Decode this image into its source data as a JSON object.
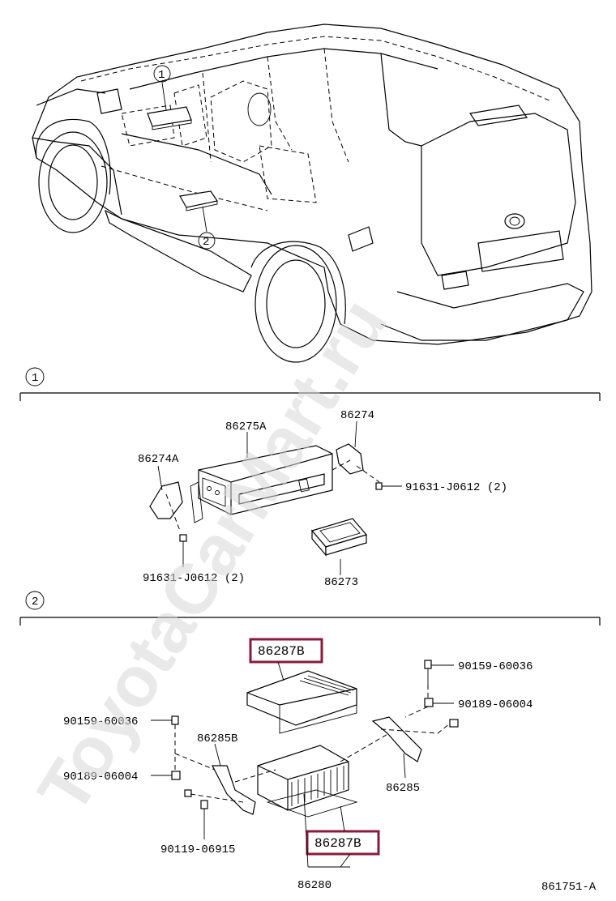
{
  "watermark": "ToyotaCarMart.ru",
  "callouts": {
    "c1": "1",
    "c2": "2"
  },
  "section1": {
    "number": "1",
    "labels": {
      "p86275A": "86275A",
      "p86274": "86274",
      "p86274A": "86274A",
      "screw_right": "91631-J0612 (2)",
      "screw_left": "91631-J0612 (2)",
      "p86273": "86273"
    }
  },
  "section2": {
    "number": "2",
    "labels": {
      "p86287B_top": "86287B",
      "p86287B_bottom": "86287B",
      "bolt_top_right": "90159-60036",
      "nut_right": "90189-06004",
      "bolt_left": "90159-60036",
      "p86285B": "86285B",
      "nut_left": "90189-06004",
      "p86285": "86285",
      "bolt_bottom": "90119-06915",
      "p86280": "86280"
    }
  },
  "diagram_code": "861751-A",
  "colors": {
    "highlight": "#8b1a3a"
  }
}
